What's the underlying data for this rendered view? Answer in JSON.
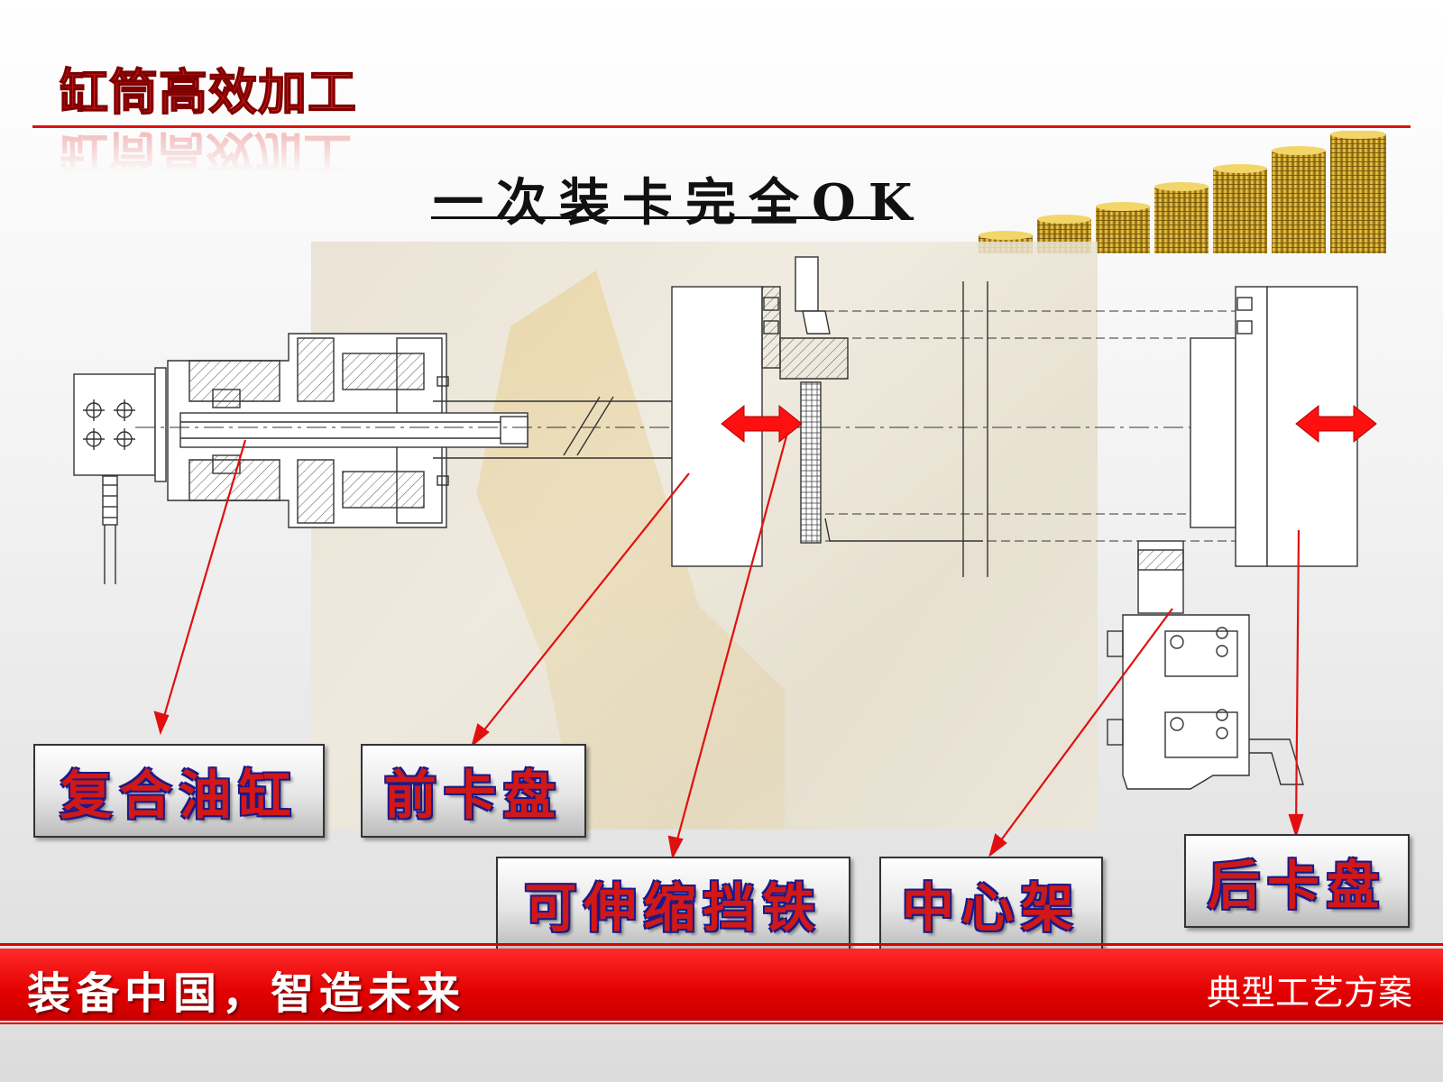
{
  "header": {
    "title": "缸筒高效加工",
    "subtitle": "一次装卡完全OK"
  },
  "labels": {
    "composite_cylinder": "复合油缸",
    "front_chuck": "前卡盘",
    "retractable_stop": "可伸缩挡铁",
    "center_rest": "中心架",
    "rear_chuck": "后卡盘"
  },
  "footer": {
    "slogan": "装备中国，智造未来",
    "right_text": "典型工艺方案"
  },
  "colors": {
    "accent_red": "#e01010",
    "label_text": "#d01818",
    "label_outline": "#1a1a8a"
  },
  "icons": [
    "coin-stacks-icon",
    "double-arrow-icon"
  ]
}
